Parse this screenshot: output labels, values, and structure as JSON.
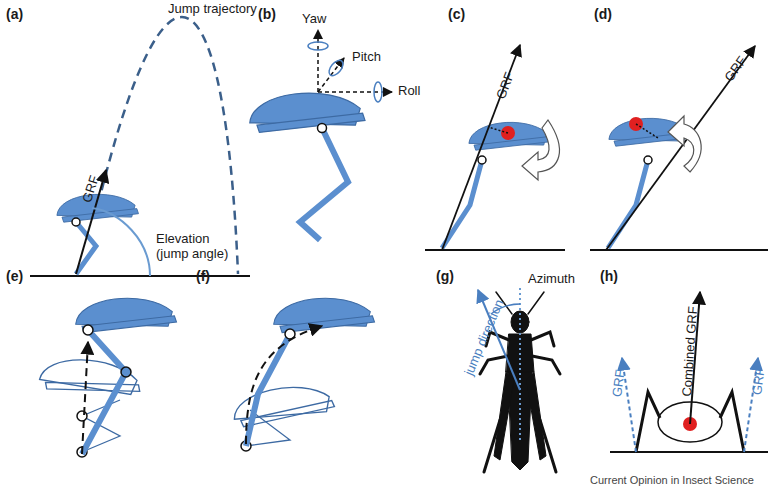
{
  "diagram": {
    "labels": [
      "(a)",
      "Jump trajectory",
      "GRF",
      "Elevation (jump angle)",
      "(b)",
      "Yaw",
      "Pitch",
      "Roll",
      "(c)",
      "GRF",
      "(d)",
      "GRF",
      "(e)",
      "(f)",
      "(g)",
      "Azimuth",
      "jump direction",
      "(h)",
      "Combined GRF",
      "GRF",
      "GRF",
      "Current Opinion in Insect Science"
    ]
  }
}
